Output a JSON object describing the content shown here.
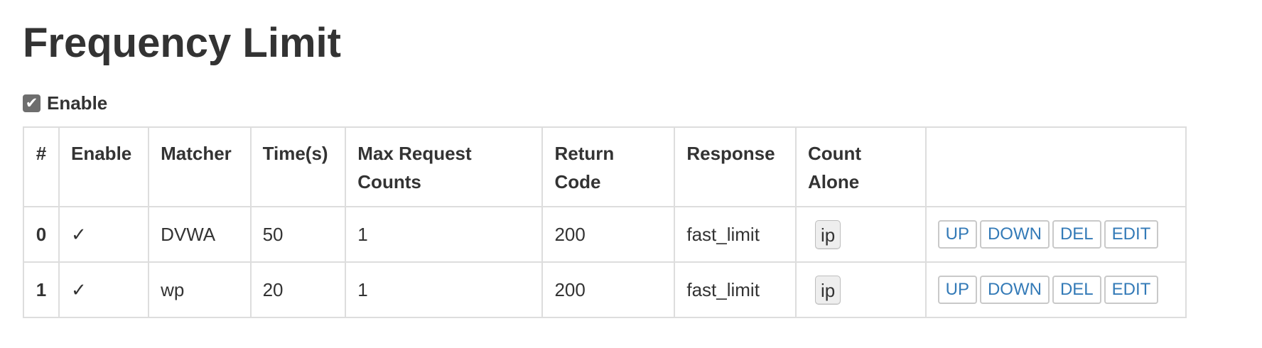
{
  "page": {
    "title": "Frequency Limit",
    "enable": {
      "checked": true,
      "check_glyph": "✔",
      "label": "Enable"
    }
  },
  "table": {
    "headers": {
      "index": "#",
      "enable": "Enable",
      "matcher": "Matcher",
      "time": "Time(s)",
      "max_line1": "Max Request",
      "max_line2": "Counts",
      "return_line1": "Return",
      "return_line2": "Code",
      "response": "Response",
      "count_line1": "Count",
      "count_line2": "Alone",
      "actions": ""
    },
    "rows": [
      {
        "index": "0",
        "enable": "✓",
        "matcher": "DVWA",
        "time": "50",
        "max_count": "1",
        "return_code": "200",
        "response": "fast_limit",
        "count_alone": "ip",
        "buttons": {
          "up": "UP",
          "down": "DOWN",
          "del": "DEL",
          "edit": "EDIT"
        }
      },
      {
        "index": "1",
        "enable": "✓",
        "matcher": "wp",
        "time": "20",
        "max_count": "1",
        "return_code": "200",
        "response": "fast_limit",
        "count_alone": "ip",
        "buttons": {
          "up": "UP",
          "down": "DOWN",
          "del": "DEL",
          "edit": "EDIT"
        }
      }
    ]
  },
  "colors": {
    "text": "#333333",
    "link": "#337ab7",
    "border": "#dddddd",
    "checkbox": "#6e6e6e",
    "tag_bg": "#eeeeee"
  }
}
